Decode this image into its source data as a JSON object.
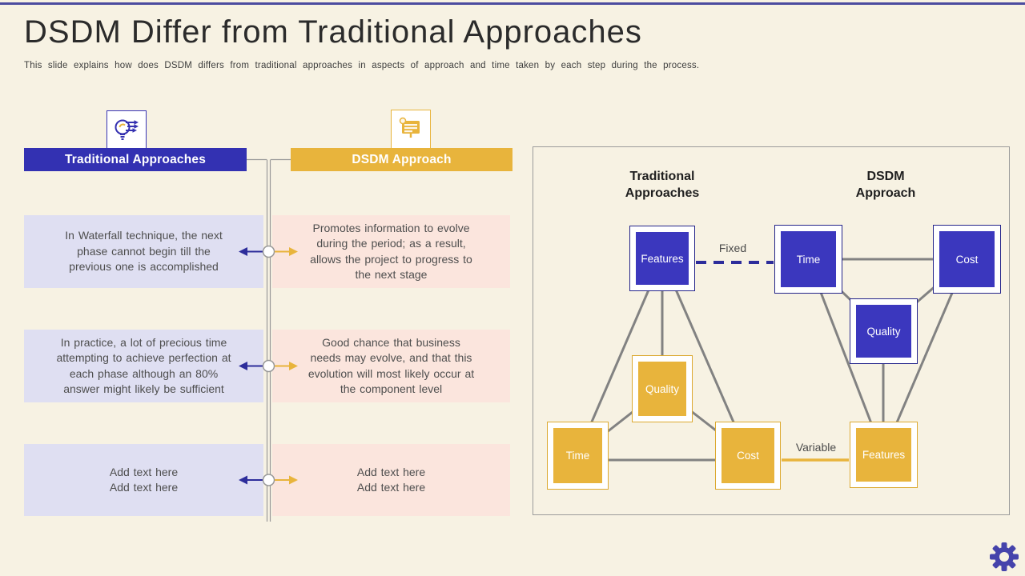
{
  "page": {
    "title": "DSDM Differ from Traditional Approaches",
    "subtitle": "This slide explains how does DSDM differs from traditional approaches in aspects of approach and time taken by each step during the process."
  },
  "comparison": {
    "left_header": "Traditional Approaches",
    "right_header": "DSDM Approach",
    "rows": [
      {
        "left": "In Waterfall technique, the next\nphase cannot begin till the\nprevious one is accomplished",
        "right": "Promotes information to evolve\nduring the period; as a result,\nallows the project to progress to\nthe next stage"
      },
      {
        "left": "In practice, a lot of precious time\nattempting to achieve perfection at\neach phase although an 80%\nanswer might likely be sufficient",
        "right": "Good chance that business\nneeds may evolve, and that this\nevolution will most likely occur at\nthe component level"
      },
      {
        "left": "Add text here\nAdd text here",
        "right": "Add text here\nAdd text here"
      }
    ]
  },
  "diagram": {
    "left_title": "Traditional\nApproaches",
    "right_title": "DSDM\nApproach",
    "fixed_label": "Fixed",
    "variable_label": "Variable",
    "nodes": {
      "trad_features": "Features",
      "trad_quality": "Quality",
      "trad_time": "Time",
      "trad_cost": "Cost",
      "dsdm_time": "Time",
      "dsdm_cost": "Cost",
      "dsdm_quality": "Quality",
      "dsdm_features": "Features"
    }
  },
  "colors": {
    "blue": "#3834b6",
    "navy": "#2d2d9b",
    "yellow": "#e8b43c",
    "bg": "#f7f2e3",
    "row-left": "#dfdff2",
    "row-right": "#fbe5dd",
    "line-gray": "#8a8a8a"
  }
}
